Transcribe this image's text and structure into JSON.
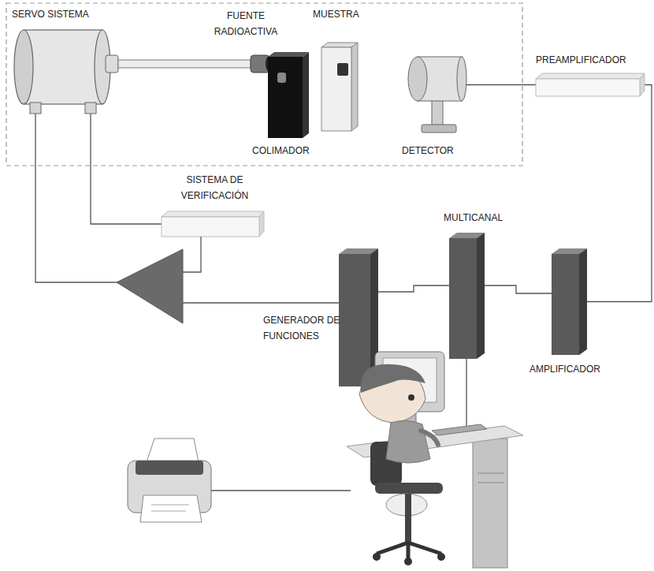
{
  "diagram": {
    "nodes": [
      {
        "text": [
          "SERVO SISTEMA"
        ]
      },
      {
        "text": [
          "FUENTE RADIOACTIVA"
        ]
      },
      {
        "text": [
          "COLIMADOR"
        ]
      },
      {
        "text": [
          "MUESTRA"
        ]
      },
      {
        "text": [
          "DETECTOR"
        ]
      },
      {
        "text": [
          "PREAMPLIFICADOR"
        ]
      },
      {
        "text": [
          "SISTEMA DE VERIFICACIÓN"
        ]
      },
      {
        "text": [
          "GENERADOR DE FUNCIONES"
        ]
      },
      {
        "text": [
          "MULTICANAL"
        ]
      },
      {
        "text": [
          "AMPLIFICADOR"
        ]
      }
    ],
    "edges": [
      {
        "from": 4,
        "to": 5,
        "arrow": "none"
      },
      {
        "from": 5,
        "to": 9,
        "arrow": "none"
      },
      {
        "from": 9,
        "to": 8,
        "arrow": "none"
      },
      {
        "from": 8,
        "to": 7,
        "arrow": "none"
      },
      {
        "from": 0,
        "to": 6,
        "arrow": "none"
      },
      {
        "from": 7,
        "to": 0,
        "arrow": "none"
      }
    ]
  }
}
